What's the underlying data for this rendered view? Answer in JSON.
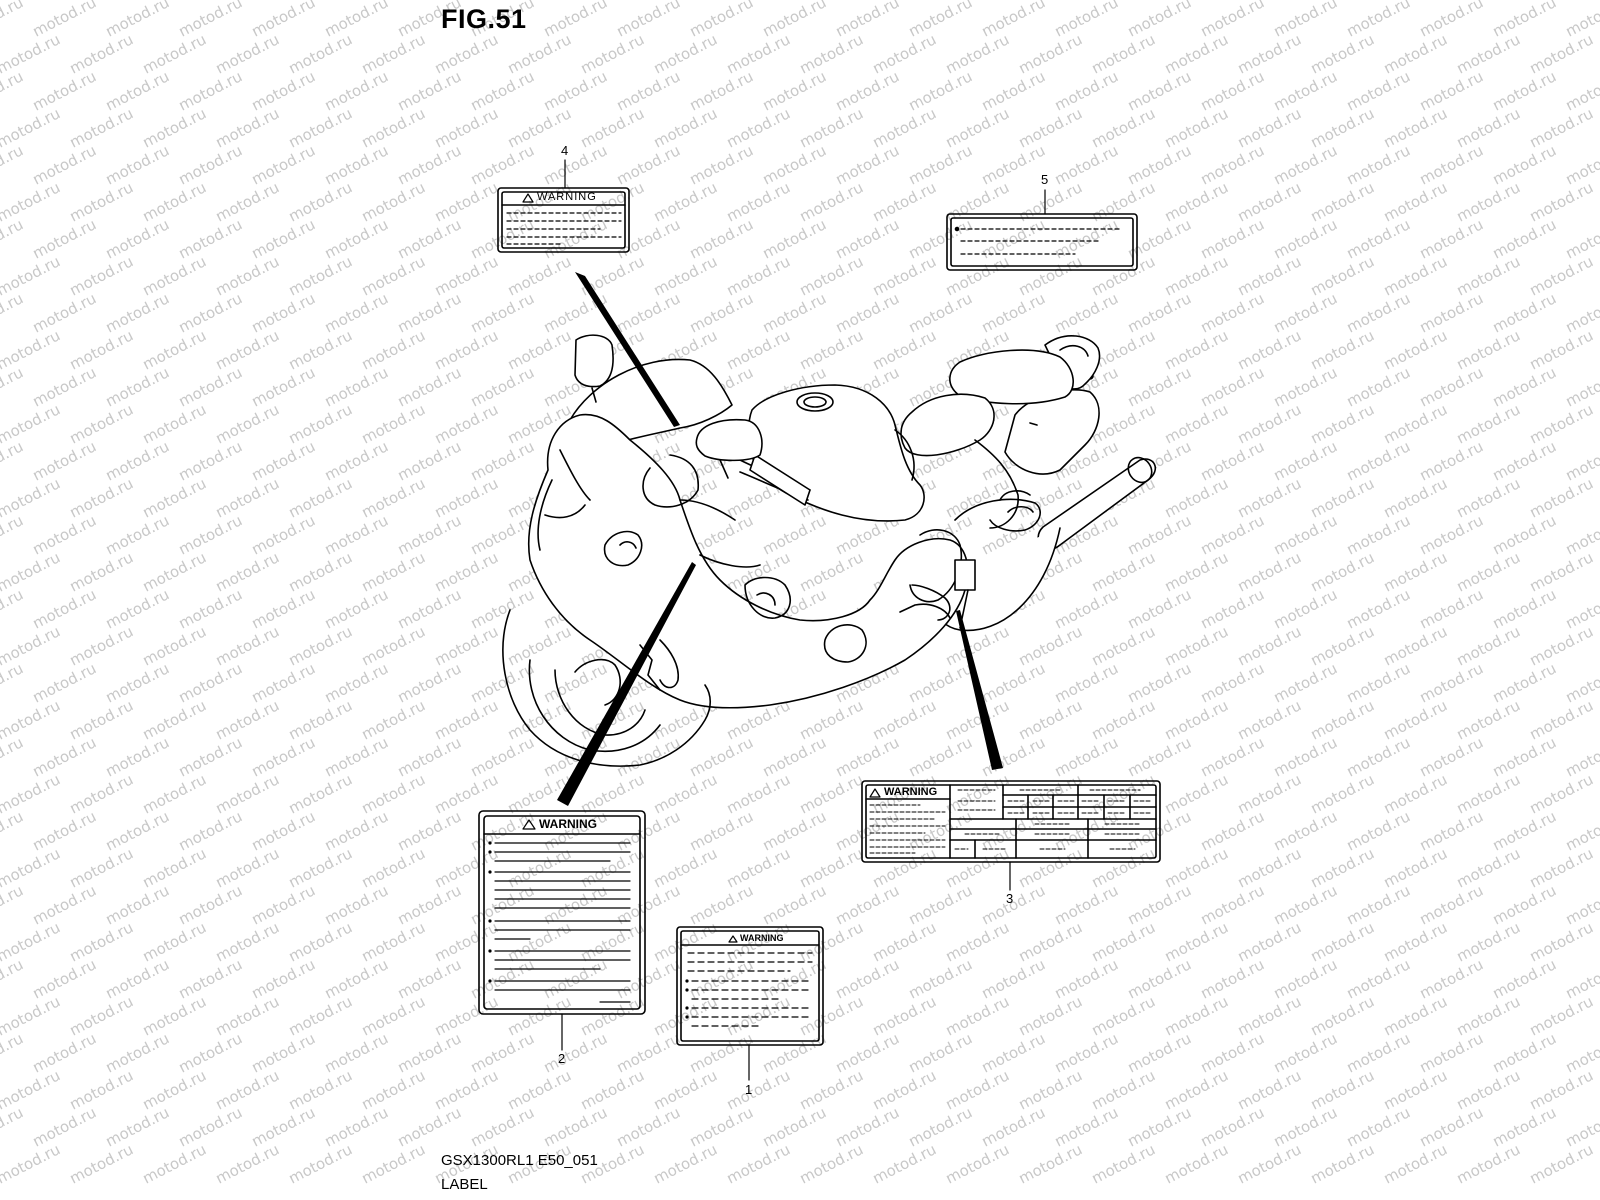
{
  "figure": {
    "title": "FIG.51",
    "code": "GSX1300RL1 E50_051",
    "name": "LABEL"
  },
  "watermark": {
    "text": "motod.ru",
    "color": "#c8c8c8"
  },
  "callouts": [
    {
      "id": "1",
      "label": "1"
    },
    {
      "id": "2",
      "label": "2"
    },
    {
      "id": "3",
      "label": "3"
    },
    {
      "id": "4",
      "label": "4"
    },
    {
      "id": "5",
      "label": "5"
    }
  ],
  "labels": {
    "label1": {
      "heading": "WARNING"
    },
    "label2": {
      "heading": "WARNING"
    },
    "label3": {
      "heading": "WARNING"
    },
    "label4": {
      "heading": "WARNING"
    }
  },
  "icons": {
    "warning": "warning-triangle-icon"
  }
}
